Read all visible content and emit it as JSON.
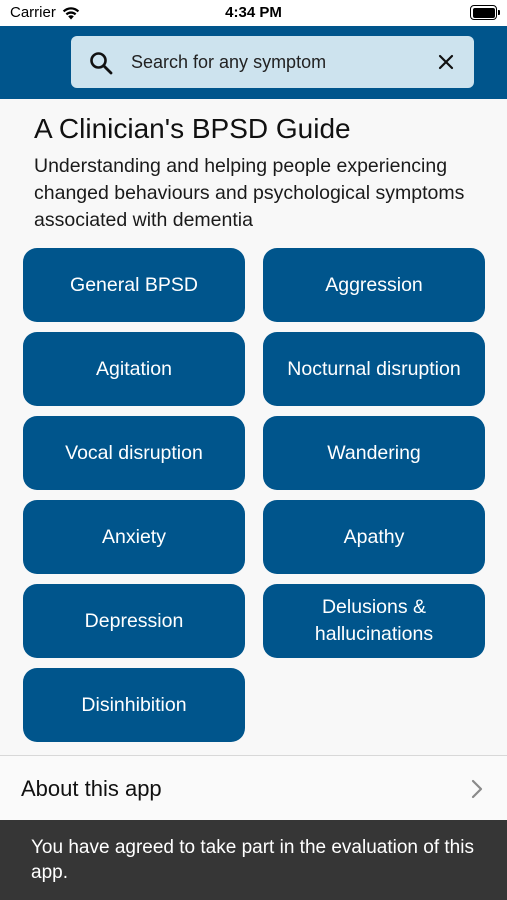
{
  "status": {
    "carrier": "Carrier",
    "time": "4:34 PM"
  },
  "search": {
    "placeholder": "Search for any symptom",
    "icon": "search-icon",
    "clear_icon": "close-icon"
  },
  "page": {
    "title": "A Clinician's BPSD Guide",
    "subtitle": "Understanding and helping people experiencing changed behaviours and psychological symptoms associated with dementia"
  },
  "symptoms": [
    {
      "label": "General BPSD"
    },
    {
      "label": "Aggression"
    },
    {
      "label": "Agitation"
    },
    {
      "label": "Nocturnal disruption"
    },
    {
      "label": "Vocal disruption"
    },
    {
      "label": "Wandering"
    },
    {
      "label": "Anxiety"
    },
    {
      "label": "Apathy"
    },
    {
      "label": "Depression"
    },
    {
      "label": "Delusions & hallucinations"
    },
    {
      "label": "Disinhibition"
    }
  ],
  "about": {
    "label": "About this app",
    "icon": "chevron-right-icon"
  },
  "toast": {
    "message": "You have agreed to take part in the evaluation of this app."
  },
  "colors": {
    "brand": "#00558c",
    "search_bg": "#cde3ee",
    "toast_bg": "#363636"
  }
}
